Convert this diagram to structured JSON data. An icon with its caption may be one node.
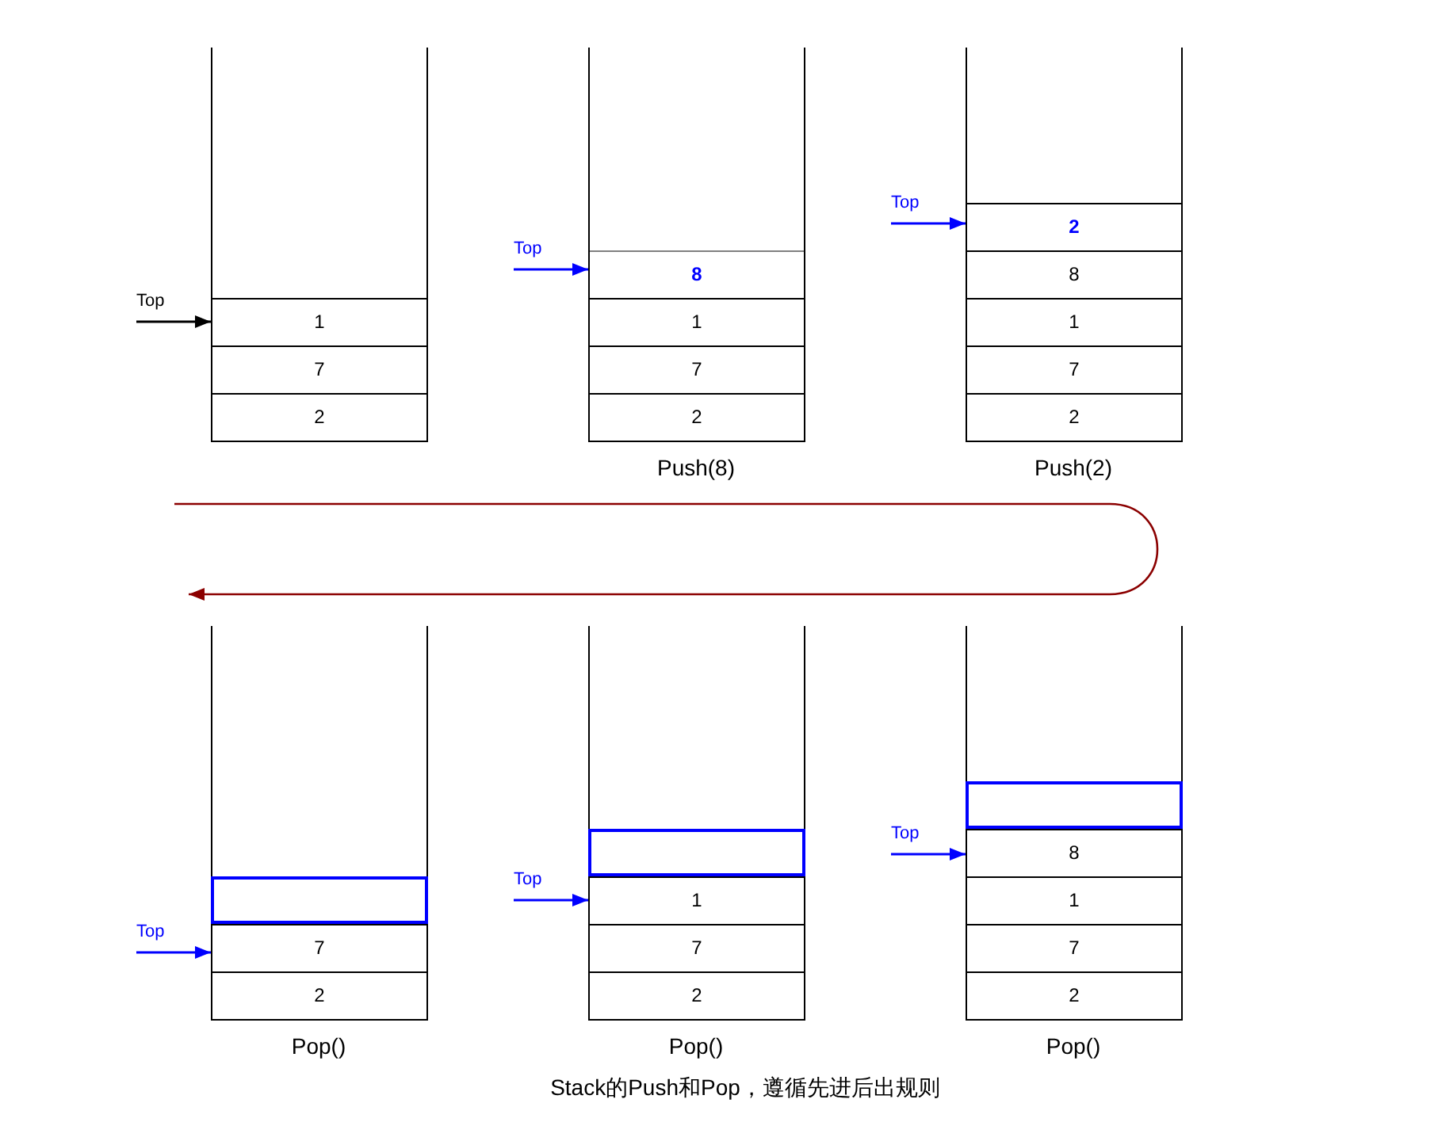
{
  "diagram": {
    "caption": "Stack的Push和Pop，遵循先进后出规则",
    "nodes": [
      {
        "text": [],
        "shape": "box"
      },
      {
        "text": [
          "1"
        ],
        "in": 0
      },
      {
        "text": [
          "7"
        ],
        "in": 0
      },
      {
        "text": [
          "2"
        ],
        "in": 0
      },
      {
        "text": [
          "Top"
        ]
      },
      {
        "text": [],
        "shape": "box",
        "beside": [
          "Push(8)"
        ]
      },
      {
        "text": [
          "8"
        ],
        "in": 5
      },
      {
        "text": [
          "1"
        ],
        "in": 5
      },
      {
        "text": [
          "7"
        ],
        "in": 5
      },
      {
        "text": [
          "2"
        ],
        "in": 5
      },
      {
        "text": [
          "Top"
        ]
      },
      {
        "text": [],
        "shape": "box",
        "beside": [
          "Push(2)"
        ]
      },
      {
        "text": [
          "2"
        ],
        "in": 11
      },
      {
        "text": [
          "8"
        ],
        "in": 11
      },
      {
        "text": [
          "1"
        ],
        "in": 11
      },
      {
        "text": [
          "7"
        ],
        "in": 11
      },
      {
        "text": [
          "2"
        ],
        "in": 11
      },
      {
        "text": [
          "Top"
        ]
      },
      {
        "text": [],
        "shape": "box",
        "beside": [
          "Pop()"
        ]
      },
      {
        "text": [],
        "shape": "box",
        "in": 18
      },
      {
        "text": [
          "7"
        ],
        "in": 18
      },
      {
        "text": [
          "2"
        ],
        "in": 18
      },
      {
        "text": [
          "Top"
        ]
      },
      {
        "text": [],
        "shape": "box",
        "beside": [
          "Pop()"
        ]
      },
      {
        "text": [],
        "shape": "box",
        "in": 23
      },
      {
        "text": [
          "1"
        ],
        "in": 23
      },
      {
        "text": [
          "7"
        ],
        "in": 23
      },
      {
        "text": [
          "2"
        ],
        "in": 23
      },
      {
        "text": [
          "Top"
        ]
      },
      {
        "text": [],
        "shape": "box",
        "beside": [
          "Pop()"
        ]
      },
      {
        "text": [],
        "shape": "box",
        "in": 29
      },
      {
        "text": [
          "8"
        ],
        "in": 29
      },
      {
        "text": [
          "1"
        ],
        "in": 29
      },
      {
        "text": [
          "7"
        ],
        "in": 29
      },
      {
        "text": [
          "2"
        ],
        "in": 29
      },
      {
        "text": [
          "Top"
        ]
      }
    ],
    "edges": [
      {
        "from": 4,
        "to": 1,
        "arrow": "to",
        "color": "#000000"
      },
      {
        "from": 10,
        "to": 6,
        "arrow": "to"
      },
      {
        "from": 17,
        "to": 12,
        "arrow": "to"
      },
      {
        "from": 22,
        "to": 20,
        "arrow": "to"
      },
      {
        "from": 28,
        "to": 25,
        "arrow": "to"
      },
      {
        "from": 35,
        "to": 31,
        "arrow": "to"
      }
    ]
  }
}
